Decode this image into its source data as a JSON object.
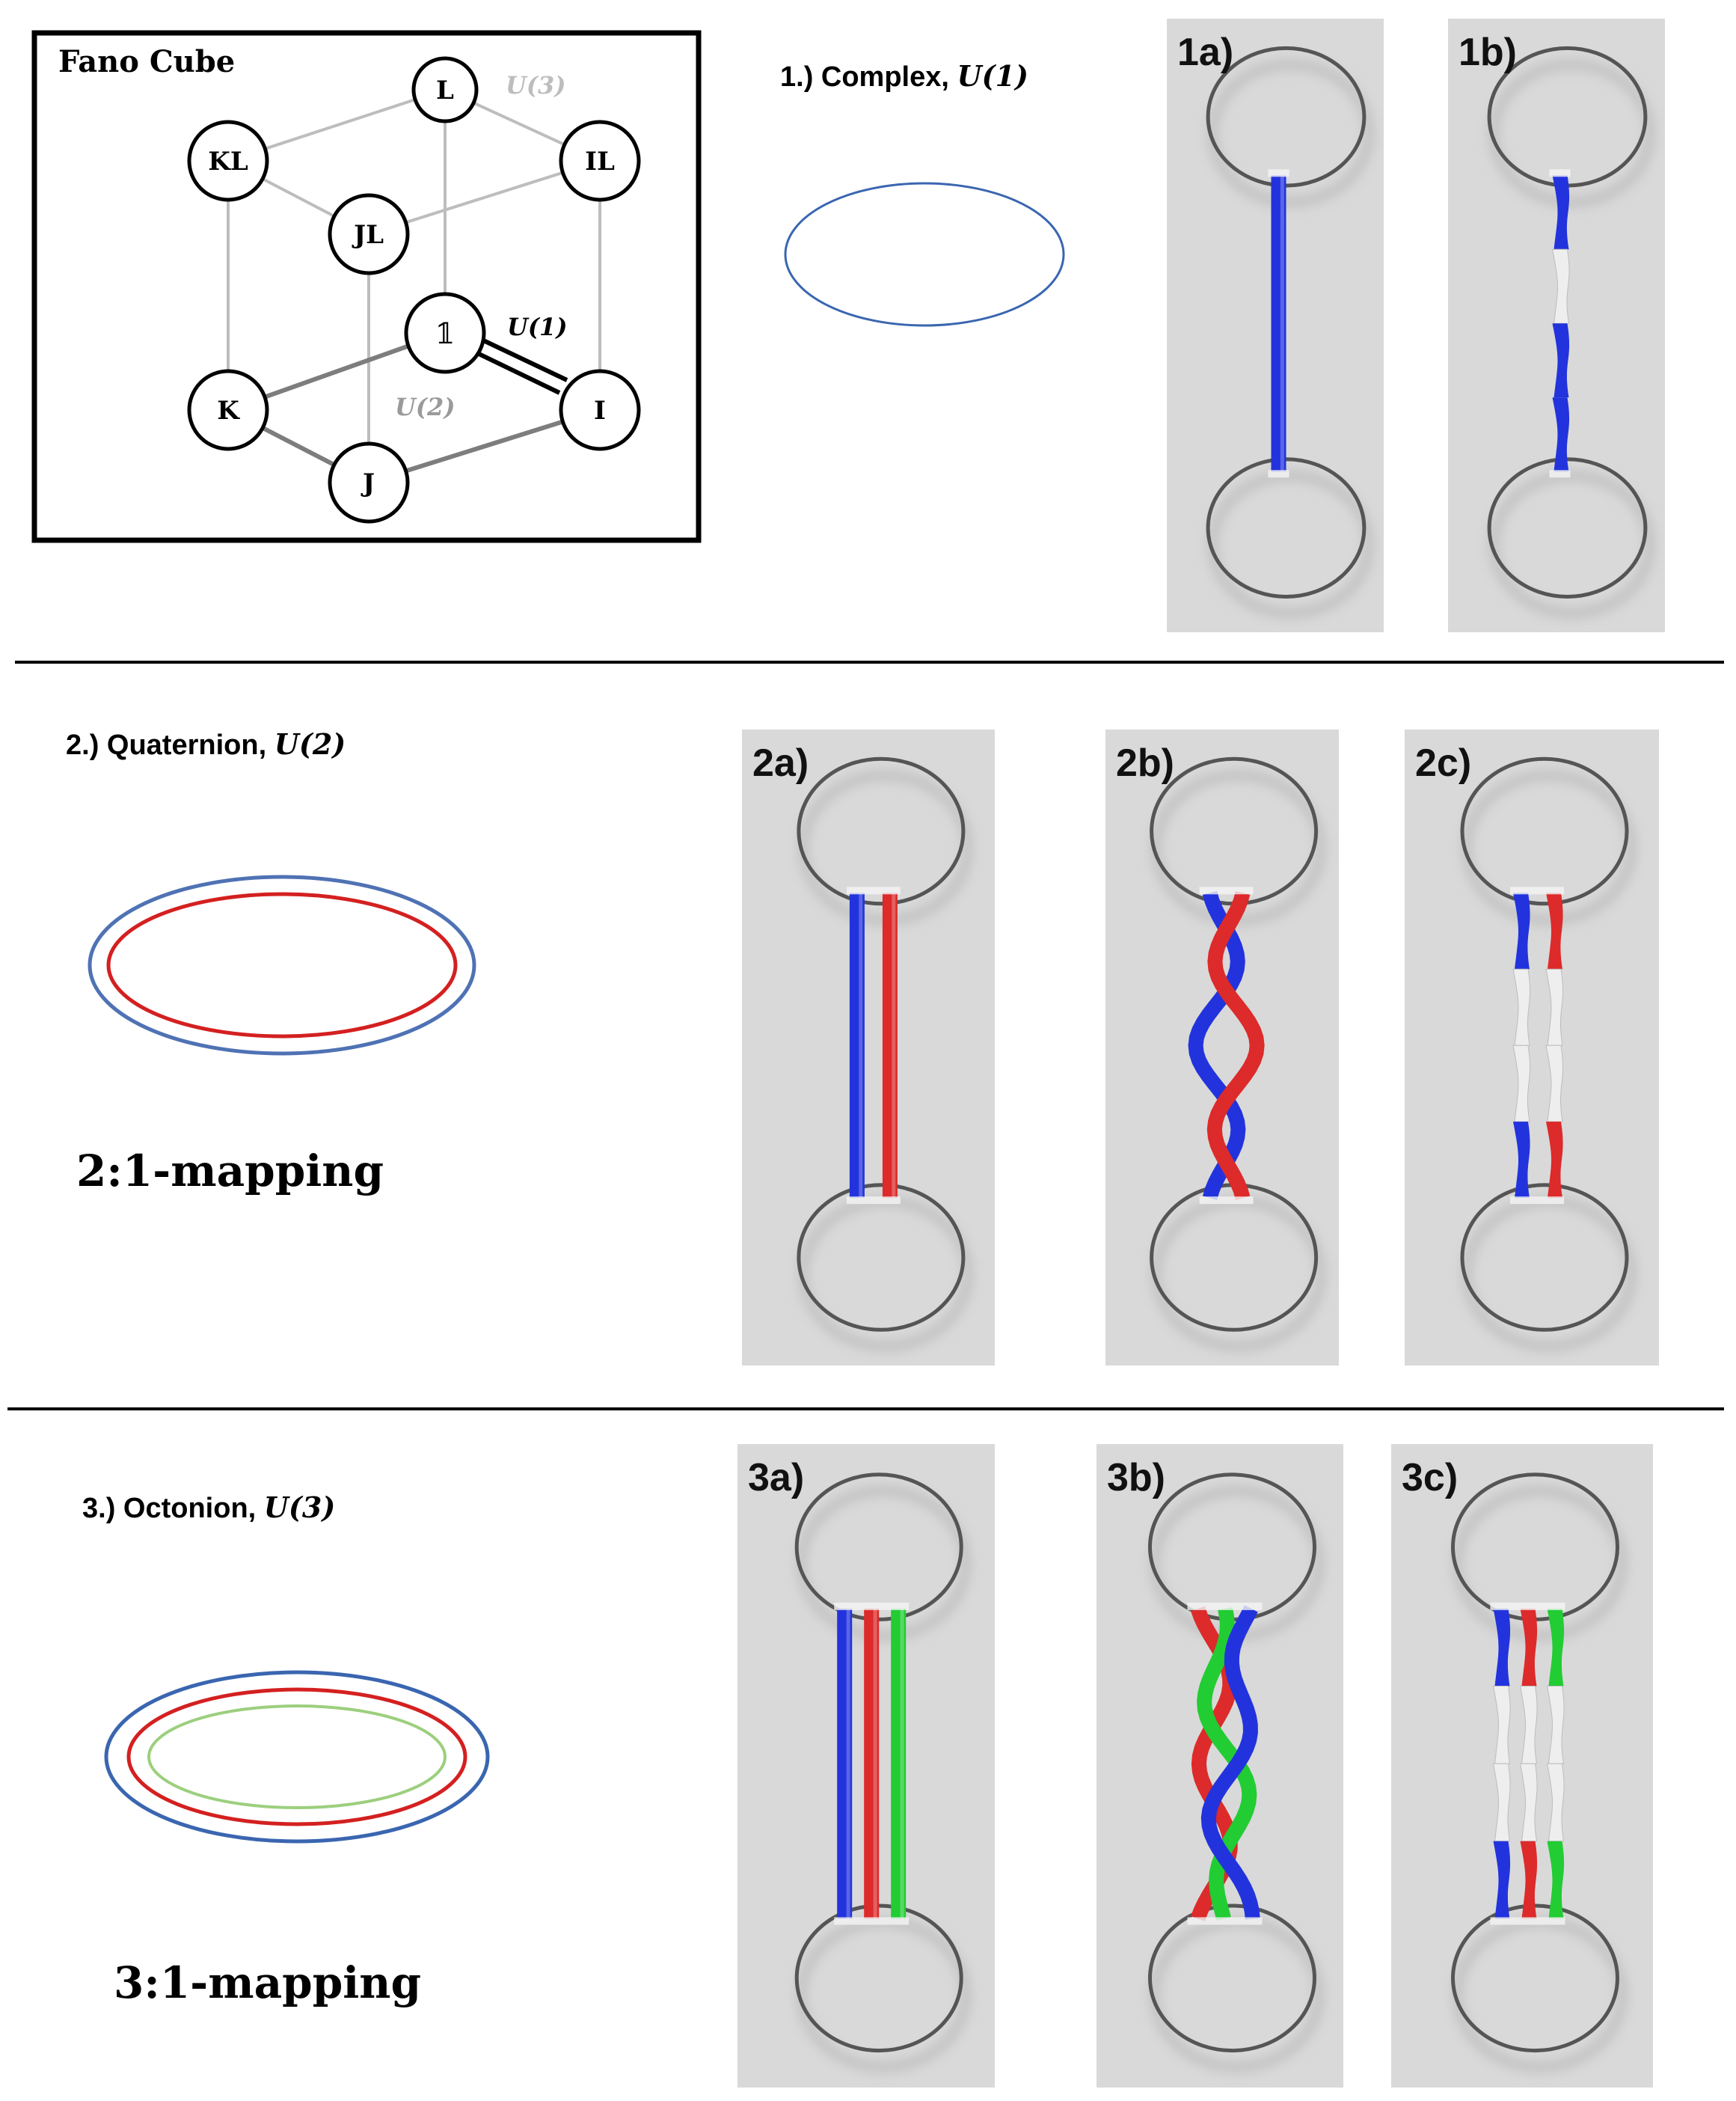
{
  "fano_cube": {
    "title": "Fano Cube",
    "nodes": {
      "L": "L",
      "KL": "KL",
      "IL": "IL",
      "JL": "JL",
      "one": "𝟙",
      "K": "K",
      "I": "I",
      "J": "J"
    },
    "labels": {
      "u3": "U(3)",
      "u1": "U(1)",
      "u2": "U(2)"
    }
  },
  "sections": [
    {
      "heading_prefix": "1.) Complex, ",
      "heading_group": "U(1)",
      "ring_colors": [
        "#3a66b0"
      ],
      "panels": [
        {
          "label": "1a)",
          "strands": [
            "blue"
          ],
          "style": "straight"
        },
        {
          "label": "1b)",
          "strands": [
            "blue"
          ],
          "style": "twisted"
        }
      ]
    },
    {
      "heading_prefix": "2.) Quaternion, ",
      "heading_group": "U(2)",
      "mapping": "2:1-mapping",
      "ring_colors": [
        "#4f72b4",
        "#d42020"
      ],
      "panels": [
        {
          "label": "2a)",
          "strands": [
            "blue",
            "red"
          ],
          "style": "straight"
        },
        {
          "label": "2b)",
          "strands": [
            "blue",
            "red"
          ],
          "style": "braided"
        },
        {
          "label": "2c)",
          "strands": [
            "blue",
            "red"
          ],
          "style": "twisted"
        }
      ]
    },
    {
      "heading_prefix": "3.) Octonion, ",
      "heading_group": "U(3)",
      "mapping": "3:1-mapping",
      "ring_colors": [
        "#3a66b0",
        "#d42020",
        "#9ccf7e"
      ],
      "panels": [
        {
          "label": "3a)",
          "strands": [
            "blue",
            "red",
            "green"
          ],
          "style": "straight"
        },
        {
          "label": "3b)",
          "strands": [
            "red",
            "green",
            "blue"
          ],
          "style": "braided"
        },
        {
          "label": "3c)",
          "strands": [
            "blue",
            "red",
            "green"
          ],
          "style": "twisted"
        }
      ]
    }
  ],
  "colors": {
    "blue": "#2233dd",
    "red": "#dd2a2a",
    "green": "#22cc33",
    "panel_bg": "#d9d9d9",
    "ring": "#555555"
  }
}
